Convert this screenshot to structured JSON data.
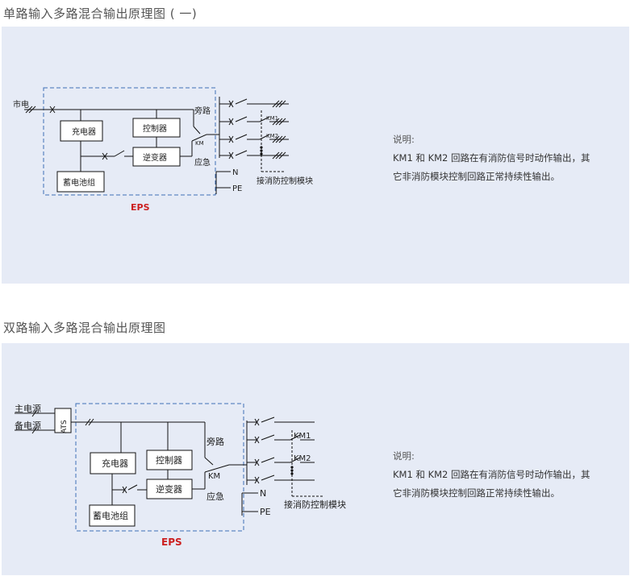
{
  "diagram1": {
    "title": "单路输入多路混合输出原理图 ( 一)",
    "mains": "市电",
    "charger": "充电器",
    "controller": "控制器",
    "inverter": "逆变器",
    "battery": "蓄电池组",
    "bypass": "旁路",
    "km": "KM",
    "emergency": "应急",
    "km1": "KM1",
    "km2": "KM2",
    "n": "N",
    "pe": "PE",
    "fire_module": "接消防控制模块",
    "eps": "EPS",
    "note_head": "说明:",
    "note_line1": "KM1 和 KM2 回路在有消防信号时动作输出，其",
    "note_line2": "它非消防模块控制回路正常持续性输出。"
  },
  "diagram2": {
    "title": "双路输入多路混合输出原理图",
    "main_power": "主电源",
    "backup_power": "备电源",
    "ats": "ATS",
    "charger": "充电器",
    "controller": "控制器",
    "inverter": "逆变器",
    "battery": "蓄电池组",
    "bypass": "旁路",
    "km": "KM",
    "emergency": "应急",
    "km1": "KM1",
    "km2": "KM2",
    "n": "N",
    "pe": "PE",
    "fire_module": "接消防控制模块",
    "eps": "EPS",
    "note_head": "说明:",
    "note_line1": "KM1 和 KM2 回路在有消防信号时动作输出，其",
    "note_line2": "它非消防模块控制回路正常持续性输出。"
  },
  "colors": {
    "panel_bg": "#e6ebf6",
    "dashed_border": "#3f6fb5",
    "eps_label": "#cc1f1f",
    "line": "#111111"
  }
}
